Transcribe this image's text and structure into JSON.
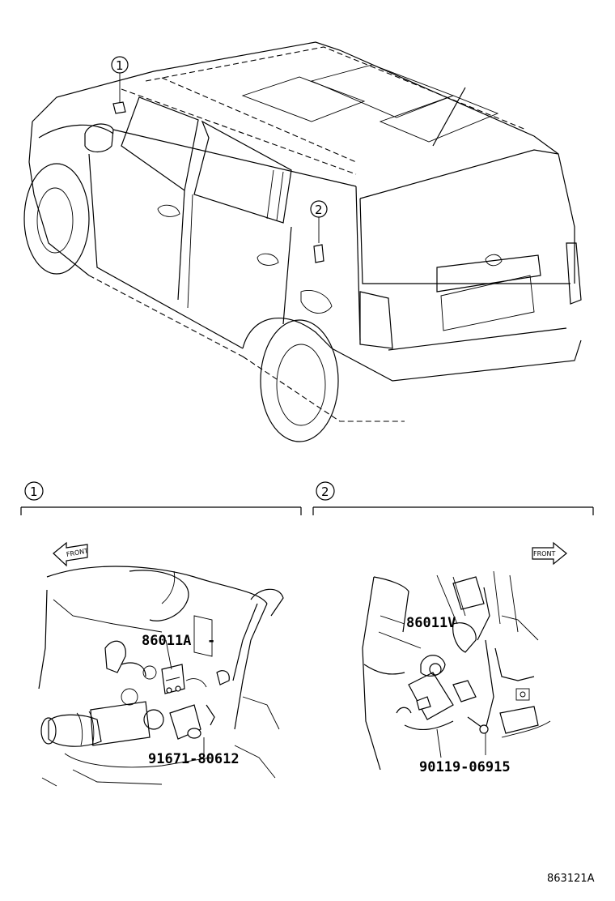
{
  "callouts": {
    "c1": "1",
    "c2": "2"
  },
  "sections": [
    {
      "number": "1"
    },
    {
      "number": "2"
    }
  ],
  "front_labels": [
    "FRONT",
    "FRONT"
  ],
  "parts": {
    "section1_sensor": "86011A",
    "section1_bolt": "91671-80612",
    "section2_sensor": "86011V",
    "section2_bolt": "90119-06915"
  },
  "diagram_code": "863121A"
}
